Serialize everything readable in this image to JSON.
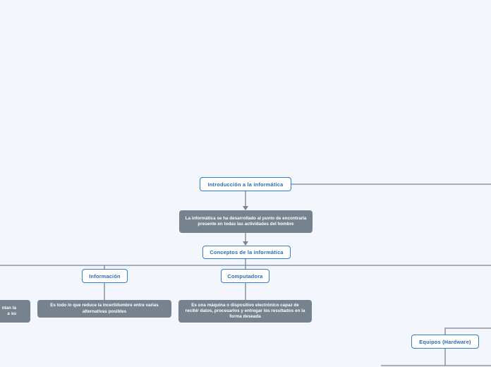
{
  "colors": {
    "background": "#f4f6fd",
    "topic_border": "#2f7fd4",
    "topic_text": "#2a6ab8",
    "note_fill": "#76828d",
    "connector": "#7c858e"
  },
  "nodes": {
    "intro": {
      "label": "Introducción a la informática"
    },
    "intro_desc": {
      "text": "La informática se ha desarrollado al punto de encontrarla presente en todas las actividades del hombre"
    },
    "concepts": {
      "label": "Conceptos de la informática"
    },
    "informacion": {
      "label": "Información"
    },
    "informacion_desc": {
      "text": "Es todo lo que reduce la incertidumbre entre varias alternativas posibles"
    },
    "computadora": {
      "label": "Computadora"
    },
    "computadora_desc": {
      "text": "Es una máquina o dispositivo electrónico capaz de recibir datos, procesarlos y entregar los resultados en la forma deseada"
    },
    "left_cut_desc": {
      "line1": "ntan la",
      "line2": "a su"
    },
    "hardware": {
      "label": "Equipos (Hardware)"
    }
  }
}
